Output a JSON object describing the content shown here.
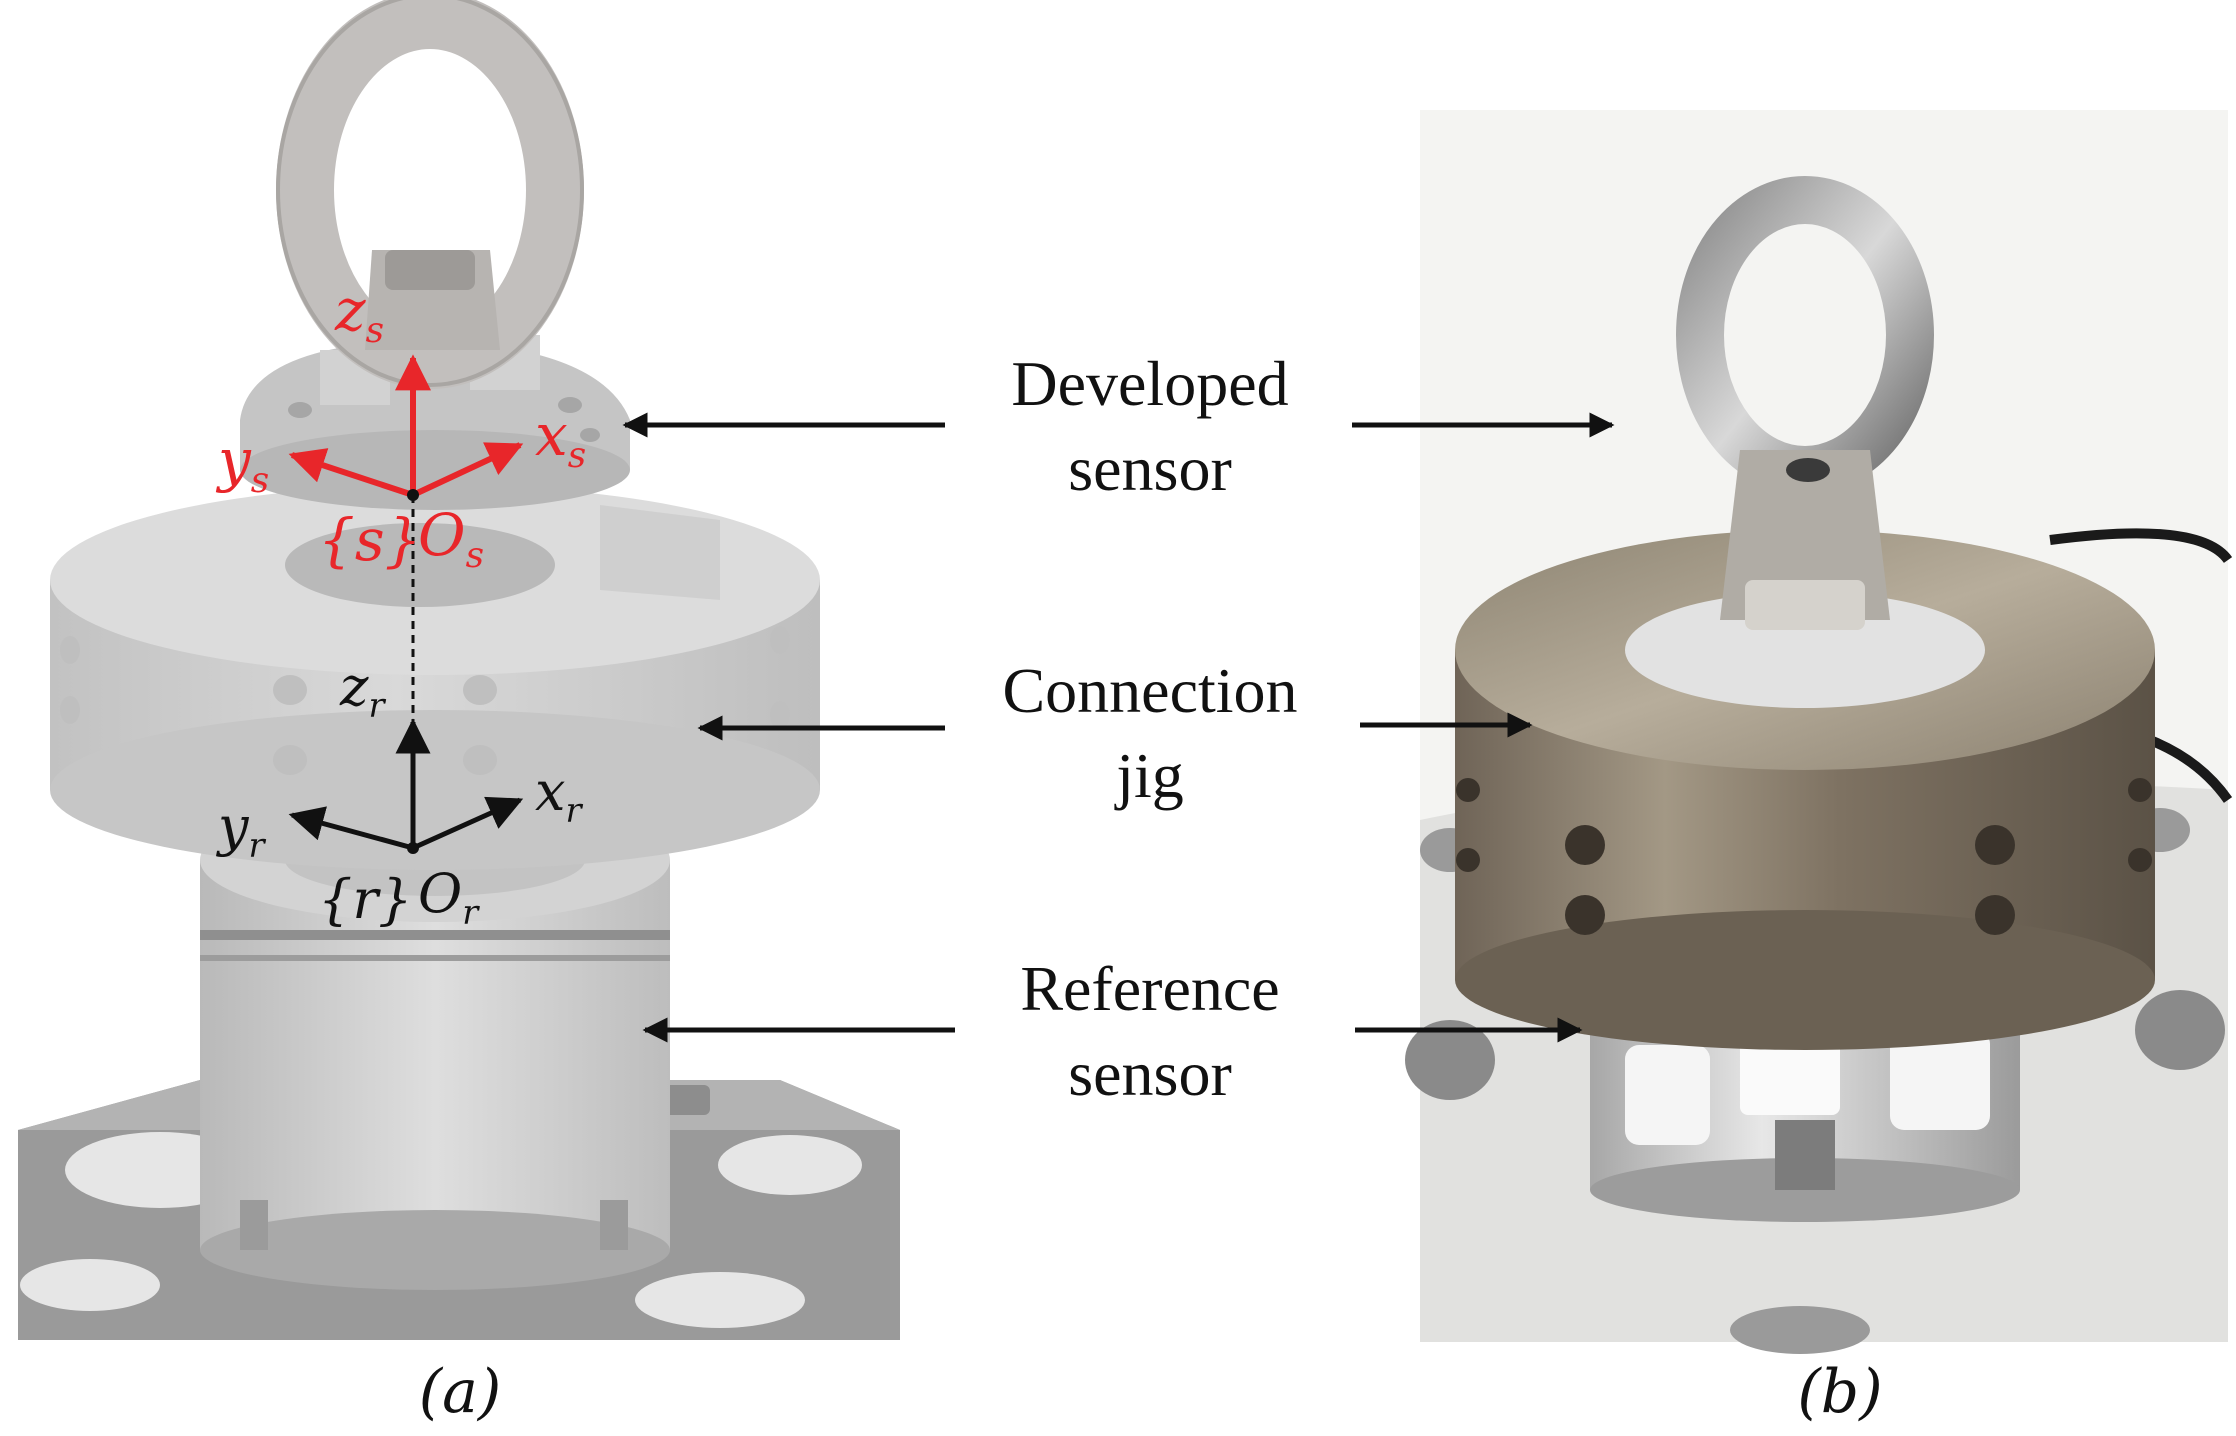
{
  "labels": {
    "developed_line1": "Developed",
    "developed_line2": "sensor",
    "jig_line1": "Connection",
    "jig_line2": "jig",
    "reference_line1": "Reference",
    "reference_line2": "sensor"
  },
  "axes_sensor": {
    "z": "z",
    "z_sub": "s",
    "x": "x",
    "x_sub": "s",
    "y": "y",
    "y_sub": "s",
    "frame": "{s}",
    "origin": "O",
    "origin_sub": "s"
  },
  "axes_reference": {
    "z": "z",
    "z_sub": "r",
    "x": "x",
    "x_sub": "r",
    "y": "y",
    "y_sub": "r",
    "frame": "{r}",
    "origin": "O",
    "origin_sub": "r"
  },
  "captions": {
    "a": "(a)",
    "b": "(b)"
  },
  "colors": {
    "sensor_frame": "#e8262a",
    "reference_frame": "#111111"
  }
}
